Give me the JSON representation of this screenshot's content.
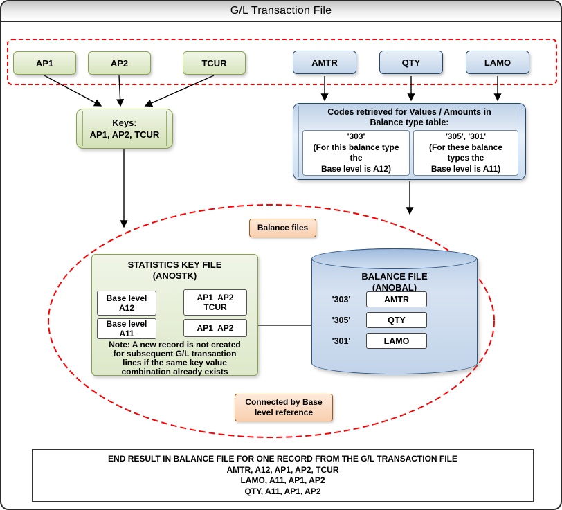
{
  "title": "G/L Transaction File",
  "transaction_fields": {
    "key_fields": [
      "AP1",
      "AP2",
      "TCUR"
    ],
    "value_fields": [
      "AMTR",
      "QTY",
      "LAMO"
    ]
  },
  "keys_box": {
    "lines": [
      "Keys:",
      "AP1, AP2, TCUR"
    ]
  },
  "codes_box": {
    "title_lines": [
      "Codes retrieved for Values / Amounts in",
      "Balance type table:"
    ],
    "items": [
      {
        "lines": [
          "'303'",
          "(For this balance type",
          "the",
          "Base level is A12)"
        ]
      },
      {
        "lines": [
          "'305', '301'",
          "(For these balance",
          "types the",
          "Base level is A11)"
        ]
      }
    ]
  },
  "balance_files_label": "Balance files",
  "statistics_file": {
    "title_lines": [
      "STATISTICS KEY FILE",
      "(ANOSTK)"
    ],
    "base_levels": [
      {
        "label_lines": [
          "Base level",
          "A12"
        ],
        "key_lines": [
          "AP1  AP2",
          "TCUR"
        ]
      },
      {
        "label_lines": [
          "Base level",
          "A11"
        ],
        "key_lines": [
          "AP1  AP2"
        ]
      }
    ],
    "note_lines": [
      "Note: A new record is not created",
      "for subsequent G/L transaction",
      "lines if the same key value",
      "combination already exists"
    ]
  },
  "balance_file": {
    "title_lines": [
      "BALANCE FILE",
      "(ANOBAL)"
    ],
    "rows": [
      {
        "code": "'303'",
        "field": "AMTR"
      },
      {
        "code": "'305'",
        "field": "QTY"
      },
      {
        "code": "'301'",
        "field": "LAMO"
      }
    ]
  },
  "connected_label_lines": [
    "Connected by Base",
    "level reference"
  ],
  "end_result_lines": [
    "END RESULT IN BALANCE FILE FOR ONE RECORD FROM THE G/L TRANSACTION FILE",
    "AMTR, A12, AP1, AP2, TCUR",
    "LAMO, A11, AP1, AP2",
    "QTY, A11, AP1, AP2"
  ],
  "colors": {
    "key_field_fill": "#d7e4bc",
    "key_field_border": "#86a24a",
    "value_field_fill": "#c2d5ea",
    "value_field_border": "#24476b",
    "note_fill": "#f8cfae",
    "note_border": "#9c5a1d",
    "highlight_dashed": "#ff0000"
  }
}
